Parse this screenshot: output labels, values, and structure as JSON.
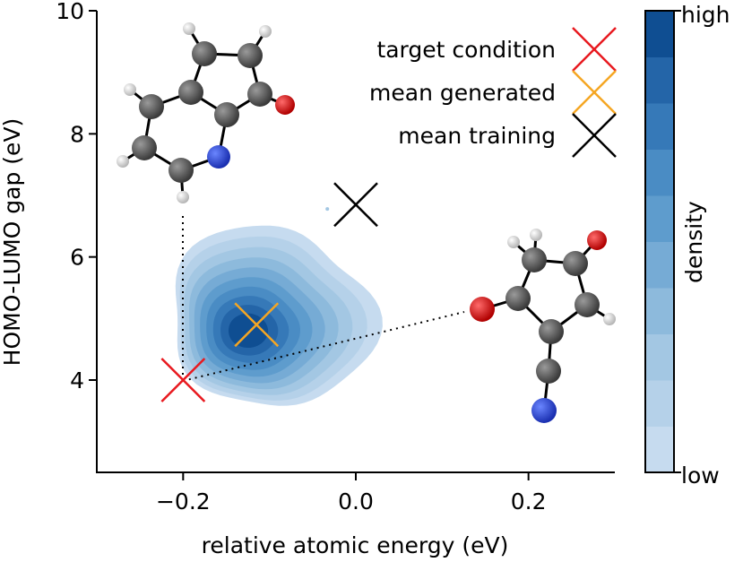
{
  "chart_data": {
    "type": "heatmap",
    "xlabel": "relative atomic energy (eV)",
    "ylabel": "HOMO-LUMO gap (eV)",
    "xlim": [
      -0.3,
      0.3
    ],
    "ylim": [
      2.5,
      10
    ],
    "xticks": [
      -0.2,
      0.0,
      0.2
    ],
    "xtick_labels": [
      "−0.2",
      "0.0",
      "0.2"
    ],
    "yticks": [
      4,
      6,
      8,
      10
    ],
    "ytick_labels": [
      "4",
      "6",
      "8",
      "10"
    ],
    "markers": [
      {
        "name": "target condition",
        "x": -0.2,
        "y": 4.0,
        "color": "#e8191f"
      },
      {
        "name": "mean generated",
        "x": -0.115,
        "y": 4.9,
        "color": "#f5a623"
      },
      {
        "name": "mean training",
        "x": 0.0,
        "y": 6.85,
        "color": "#000000"
      }
    ],
    "density": {
      "center": [
        -0.125,
        4.8
      ],
      "levels": 10,
      "colors": [
        "#c6dbef",
        "#b5d1e9",
        "#a3c7e3",
        "#8dbadc",
        "#76abd5",
        "#5e9ccd",
        "#4a8cc4",
        "#3679b8",
        "#2465a8",
        "#0f4e92"
      ]
    },
    "colorbar": {
      "label": "density",
      "top_label": "high",
      "bottom_label": "low"
    },
    "legend_position": "top-right"
  }
}
